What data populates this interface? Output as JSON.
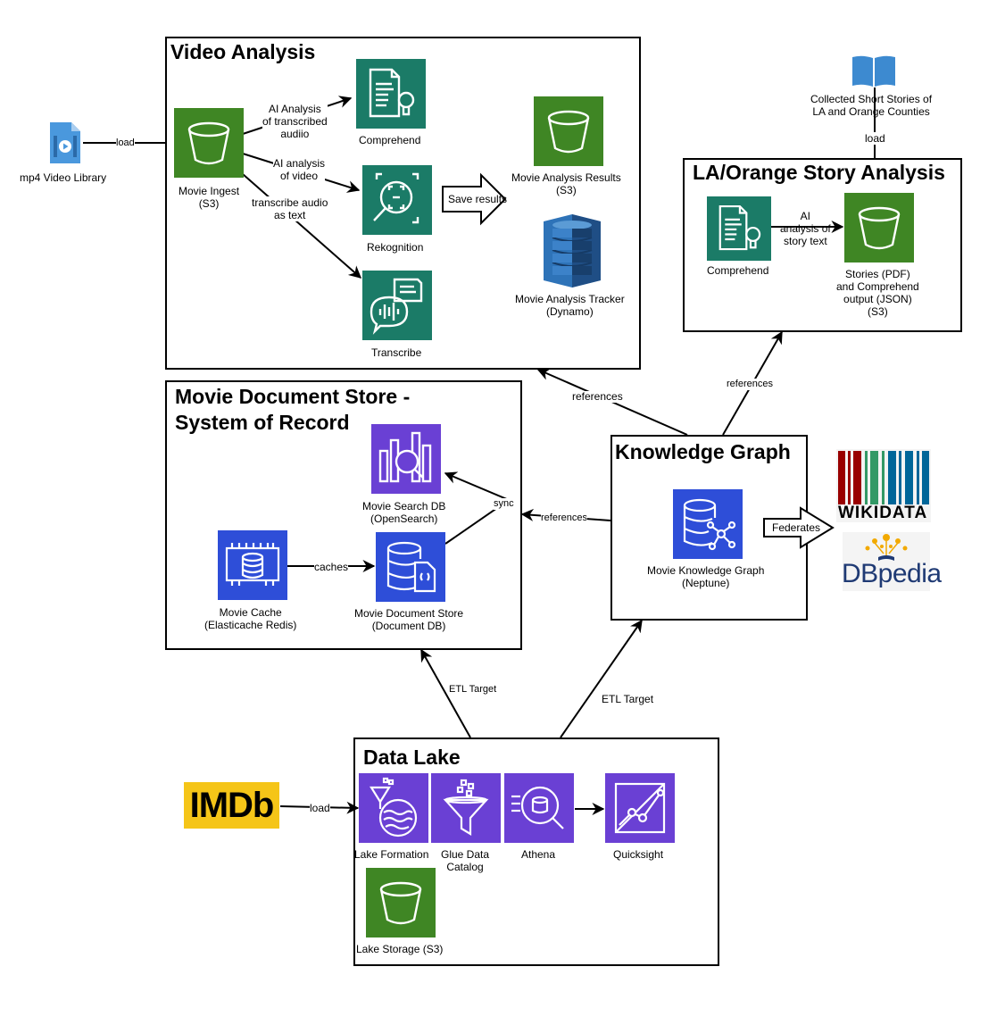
{
  "groups": {
    "video_analysis": "Video Analysis",
    "story_analysis": "LA/Orange Story Analysis",
    "doc_store": "Movie Document Store -\nSystem of Record",
    "knowledge_graph": "Knowledge Graph",
    "data_lake": "Data Lake"
  },
  "nodes": {
    "mp4_library": "mp4 Video Library",
    "movie_ingest": [
      "Movie Ingest",
      "(S3)"
    ],
    "comprehend_video": "Comprehend",
    "rekognition": "Rekognition",
    "transcribe": "Transcribe",
    "movie_analysis_results": [
      "Movie Analysis Results",
      "(S3)"
    ],
    "movie_analysis_tracker": [
      "Movie Analysis Tracker",
      "(Dynamo)"
    ],
    "short_stories": [
      "Collected Short Stories of",
      "LA and Orange Counties"
    ],
    "comprehend_story": "Comprehend",
    "stories_bucket": [
      "Stories (PDF)",
      "and Comprehend",
      "output (JSON)",
      "(S3)"
    ],
    "movie_search_db": [
      "Movie Search DB",
      "(OpenSearch)"
    ],
    "movie_cache": [
      "Movie Cache",
      "(Elasticache Redis)"
    ],
    "movie_document_store": [
      "Movie Document Store",
      "(Document DB)"
    ],
    "movie_knowledge_graph": [
      "Movie Knowledge Graph",
      "(Neptune)"
    ],
    "imdb": "IMDb",
    "wikidata": "WIKIDATA",
    "dbpedia": "DBpedia",
    "lake_formation": "Lake Formation",
    "glue_catalog": [
      "Glue Data",
      "Catalog"
    ],
    "athena": "Athena",
    "quicksight": "Quicksight",
    "lake_storage": "Lake Storage (S3)"
  },
  "edges": {
    "load_mp4": "load",
    "ai_transcribed": [
      "AI Analysis",
      "of transcribed",
      "audiio"
    ],
    "ai_video": [
      "AI analysis",
      "of video"
    ],
    "transcribe_audio": [
      "transcribe audio",
      "as text"
    ],
    "save_results": "Save results",
    "load_stories": "load",
    "ai_story": [
      "AI",
      "analysis of",
      "story text"
    ],
    "references_video": "references",
    "references_story": "references",
    "references_doc": "references",
    "sync": "sync",
    "caches": "caches",
    "federates": "Federates",
    "etl_doc": "ETL Target",
    "etl_kg": "ETL Target",
    "load_imdb": "load"
  },
  "colors": {
    "aws_green": "#3f8624",
    "aws_teal": "#1b7b67",
    "aws_purple": "#6a40d4",
    "aws_blue": "#2e4ed8",
    "dynamo_blue": "#2e73b8",
    "book_blue": "#3d8ad0",
    "file_blue": "#4a98dd",
    "imdb_yellow": "#f5c518"
  }
}
